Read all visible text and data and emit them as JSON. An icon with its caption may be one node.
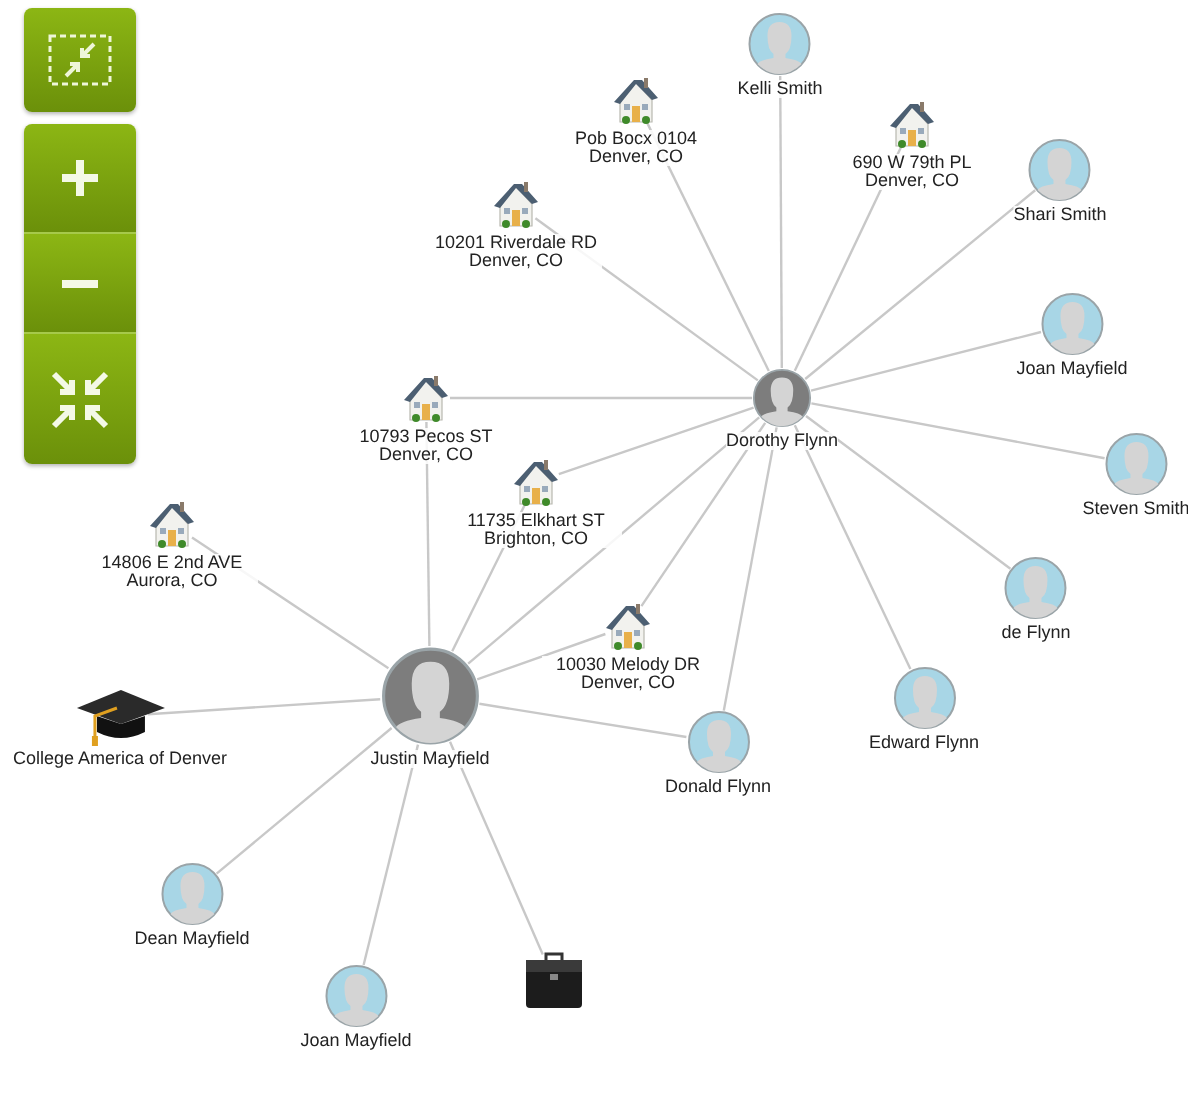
{
  "diagram": {
    "nodes": [
      {
        "text": [
          "Kelli Smith"
        ]
      },
      {
        "text": [
          "Pob Bocx 0104 Denver, CO"
        ]
      },
      {
        "text": [
          "690 W 79th PL Denver, CO"
        ]
      },
      {
        "text": [
          "Shari Smith"
        ]
      },
      {
        "text": [
          "10201 Riverdale RD Denver, CO"
        ]
      },
      {
        "text": [
          "Joan Mayfield"
        ]
      },
      {
        "text": [
          "10793 Pecos ST Denver, CO"
        ]
      },
      {
        "text": [
          "Dorothy Flynn"
        ]
      },
      {
        "text": [
          "Steven Smith"
        ]
      },
      {
        "text": [
          "11735 Elkhart ST Brighton, CO"
        ]
      },
      {
        "text": [
          "14806 E 2nd AVE Aurora, CO"
        ]
      },
      {
        "text": [
          "de Flynn"
        ]
      },
      {
        "text": [
          "10030 Melody DR Denver, CO"
        ]
      },
      {
        "text": [
          "College America of Denver"
        ]
      },
      {
        "text": [
          "Edward Flynn"
        ]
      },
      {
        "text": [
          "Justin Mayfield"
        ]
      },
      {
        "text": [
          "Donald Flynn"
        ]
      },
      {
        "text": [
          "Dean Mayfield"
        ]
      },
      {
        "text": [],
        "shape": "picture"
      },
      {
        "text": [
          "Joan Mayfield"
        ]
      }
    ],
    "edges": [
      {
        "from": 7,
        "to": 0,
        "arrow": "none"
      },
      {
        "from": 7,
        "to": 1,
        "arrow": "none"
      },
      {
        "from": 7,
        "to": 2,
        "arrow": "none"
      },
      {
        "from": 7,
        "to": 3,
        "arrow": "none"
      },
      {
        "from": 7,
        "to": 4,
        "arrow": "none"
      },
      {
        "from": 7,
        "to": 5,
        "arrow": "none"
      },
      {
        "from": 7,
        "to": 6,
        "arrow": "none"
      },
      {
        "from": 7,
        "to": 8,
        "arrow": "none"
      },
      {
        "from": 7,
        "to": 9,
        "arrow": "none"
      },
      {
        "from": 7,
        "to": 11,
        "arrow": "none"
      },
      {
        "from": 7,
        "to": 12,
        "arrow": "none"
      },
      {
        "from": 7,
        "to": 14,
        "arrow": "none"
      },
      {
        "from": 7,
        "to": 16,
        "arrow": "none"
      },
      {
        "from": 7,
        "to": 15,
        "arrow": "none"
      },
      {
        "from": 15,
        "to": 6,
        "arrow": "none"
      },
      {
        "from": 15,
        "to": 9,
        "arrow": "none"
      },
      {
        "from": 15,
        "to": 10,
        "arrow": "none"
      },
      {
        "from": 15,
        "to": 12,
        "arrow": "none"
      },
      {
        "from": 15,
        "to": 13,
        "arrow": "none"
      },
      {
        "from": 15,
        "to": 16,
        "arrow": "none"
      },
      {
        "from": 15,
        "to": 17,
        "arrow": "none"
      },
      {
        "from": 15,
        "to": 18,
        "arrow": "none"
      },
      {
        "from": 15,
        "to": 19,
        "arrow": "none"
      }
    ]
  }
}
